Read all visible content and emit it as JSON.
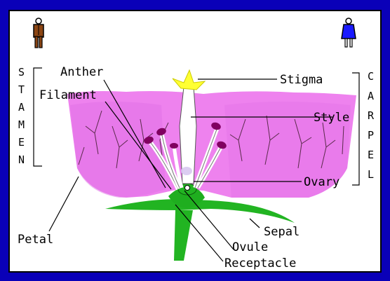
{
  "labels": {
    "anther": "Anther",
    "filament": "Filament",
    "stigma": "Stigma",
    "style": "Style",
    "ovary": "Ovary",
    "petal": "Petal",
    "sepal": "Sepal",
    "ovule": "Ovule",
    "receptacle": "Receptacle"
  },
  "groups": {
    "stamen": [
      "S",
      "T",
      "A",
      "M",
      "E",
      "N"
    ],
    "carpel": [
      "C",
      "A",
      "R",
      "P",
      "E",
      "L"
    ]
  },
  "icons": {
    "male": "male-figure-icon",
    "female": "female-figure-icon"
  },
  "colors": {
    "background": "#0a00b8",
    "petal": "#ee82ee",
    "green": "#22b422",
    "stigma": "#ffff33",
    "anther": "#800060",
    "male": "#8b4513",
    "female": "#1a1aff"
  }
}
